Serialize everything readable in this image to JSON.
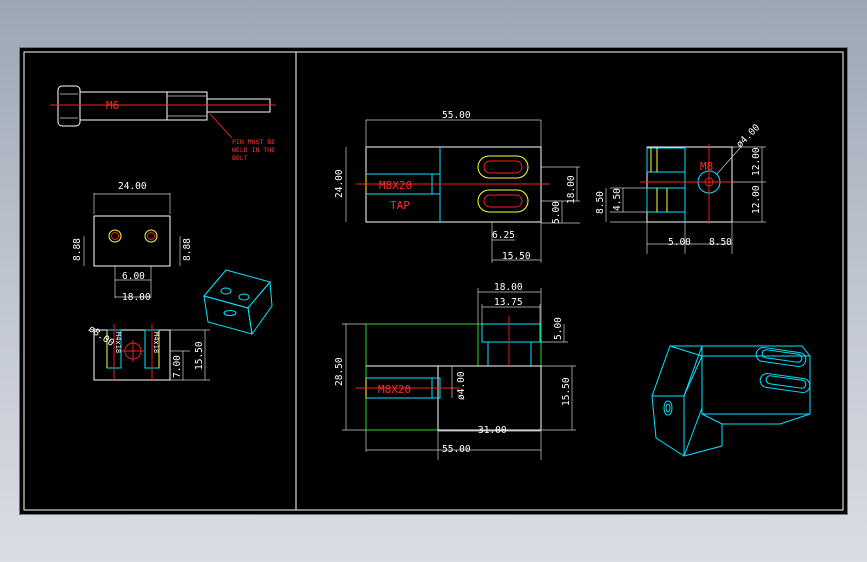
{
  "bolt": {
    "label": "M6",
    "note": [
      "PIN MUST BE",
      "WELD IN THE",
      "BOLT"
    ]
  },
  "small_block": {
    "dims": {
      "width": "24.00",
      "left_h": "8.88",
      "right_h": "8.88",
      "inner": "6.00",
      "span": "18.00"
    },
    "lower": {
      "dia": "ø8.00",
      "holes": [
        "M4x18",
        "M4x18"
      ],
      "d1": "7.00",
      "d2": "15.50"
    }
  },
  "main_top": {
    "width": "55.00",
    "height": "24.00",
    "slot_span": "18.00",
    "slot_w": "5.00",
    "d1": "6.25",
    "d2": "15.50",
    "thread": "M8X20",
    "tap": "TAP"
  },
  "main_side": {
    "dia": "ø4.00",
    "thread": "M8",
    "h1": "12.00",
    "h2": "12.00",
    "v1": "8.50",
    "v2": "4.50",
    "b1": "5.00",
    "b2": "8.50"
  },
  "main_front": {
    "top_w": "18.00",
    "inner_w": "13.75",
    "top_h": "5.00",
    "height": "28.50",
    "dia": "ø4.00",
    "lower_h": "15.50",
    "w1": "31.00",
    "w2": "55.00",
    "thread": "M8X20"
  }
}
